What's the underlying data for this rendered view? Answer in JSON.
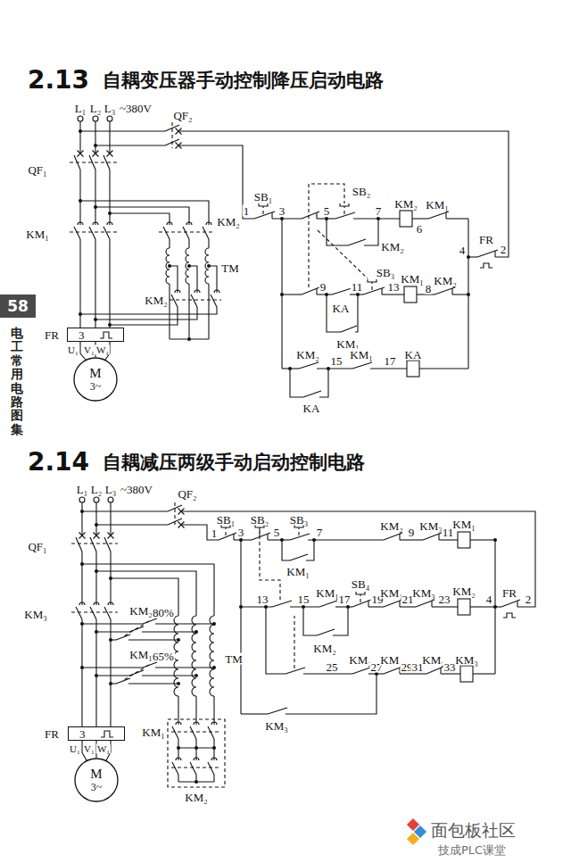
{
  "diagram": {
    "nodes": [
      {
        "text": [
          "58",
          "电工常用电路图集"
        ]
      },
      {
        "text": [
          "3"
        ]
      },
      {
        "text": [
          "M",
          "3~"
        ]
      },
      {
        "text": [
          "3"
        ]
      },
      {
        "text": [
          "M",
          "3~"
        ]
      }
    ],
    "edges": [
      {
        "from": 1,
        "to": 2,
        "arrow": "none"
      },
      {
        "from": 3,
        "to": 4,
        "arrow": "none"
      }
    ],
    "labels": [
      "2.13",
      "自耦变压器手动控制降压启动电路",
      "L₁",
      "L₂",
      "L₃",
      "~380V",
      "QF₂",
      "QF₁",
      "KM₁",
      "KM₂",
      "TM",
      "KM₂",
      "FR",
      "U₁",
      "V₁",
      "W₁",
      "1",
      "SB₁",
      "3",
      "SB₂",
      "5",
      "7",
      "KM₂",
      "6",
      "KM₁",
      "KM₂",
      "4",
      "FR",
      "2",
      "SB₃",
      "9",
      "11",
      "13",
      "KM₁",
      "KA",
      "8",
      "KM₂",
      "KM₁",
      "15",
      "17",
      "KA",
      "KM₂",
      "KM₁",
      "KA",
      "2.14",
      "自耦减压两级手动启动控制电路",
      "L₁",
      "L₂",
      "L₃",
      "~380V",
      "QF₂",
      "1",
      "SB₁",
      "3",
      "SB₂",
      "5",
      "SB₃",
      "7",
      "KM₂",
      "9",
      "KM₃",
      "11",
      "KM₁",
      "QF₁",
      "KM₁",
      "13",
      "15",
      "KM₁",
      "17",
      "SB₄",
      "19",
      "KM₁",
      "21",
      "KM₃",
      "23",
      "KM₂",
      "4",
      "FR",
      "2",
      "KM₃",
      "KM₂",
      "80%",
      "KM₂",
      "KM₁",
      "65%",
      "TM",
      "25",
      "KM₂",
      "27",
      "KM₁",
      "29",
      "31",
      "KM₂",
      "33",
      "KM₃",
      "KM₃",
      "FR",
      "U₁",
      "V₁",
      "W₁",
      "KM₁",
      "KM₂",
      "面包板社区",
      "技成PLC课堂"
    ]
  }
}
